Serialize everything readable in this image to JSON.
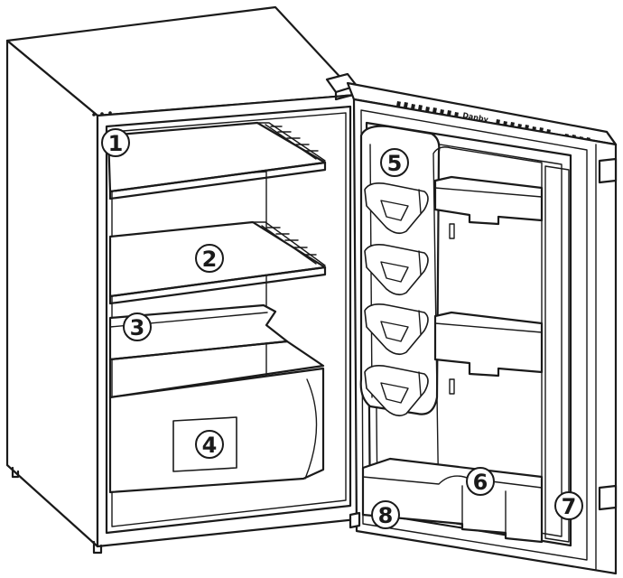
{
  "brand": "Danby",
  "callouts": [
    {
      "id": "1",
      "label": "1"
    },
    {
      "id": "2",
      "label": "2"
    },
    {
      "id": "3",
      "label": "3"
    },
    {
      "id": "4",
      "label": "4"
    },
    {
      "id": "5",
      "label": "5"
    },
    {
      "id": "6",
      "label": "6"
    },
    {
      "id": "7",
      "label": "7"
    },
    {
      "id": "8",
      "label": "8"
    }
  ]
}
